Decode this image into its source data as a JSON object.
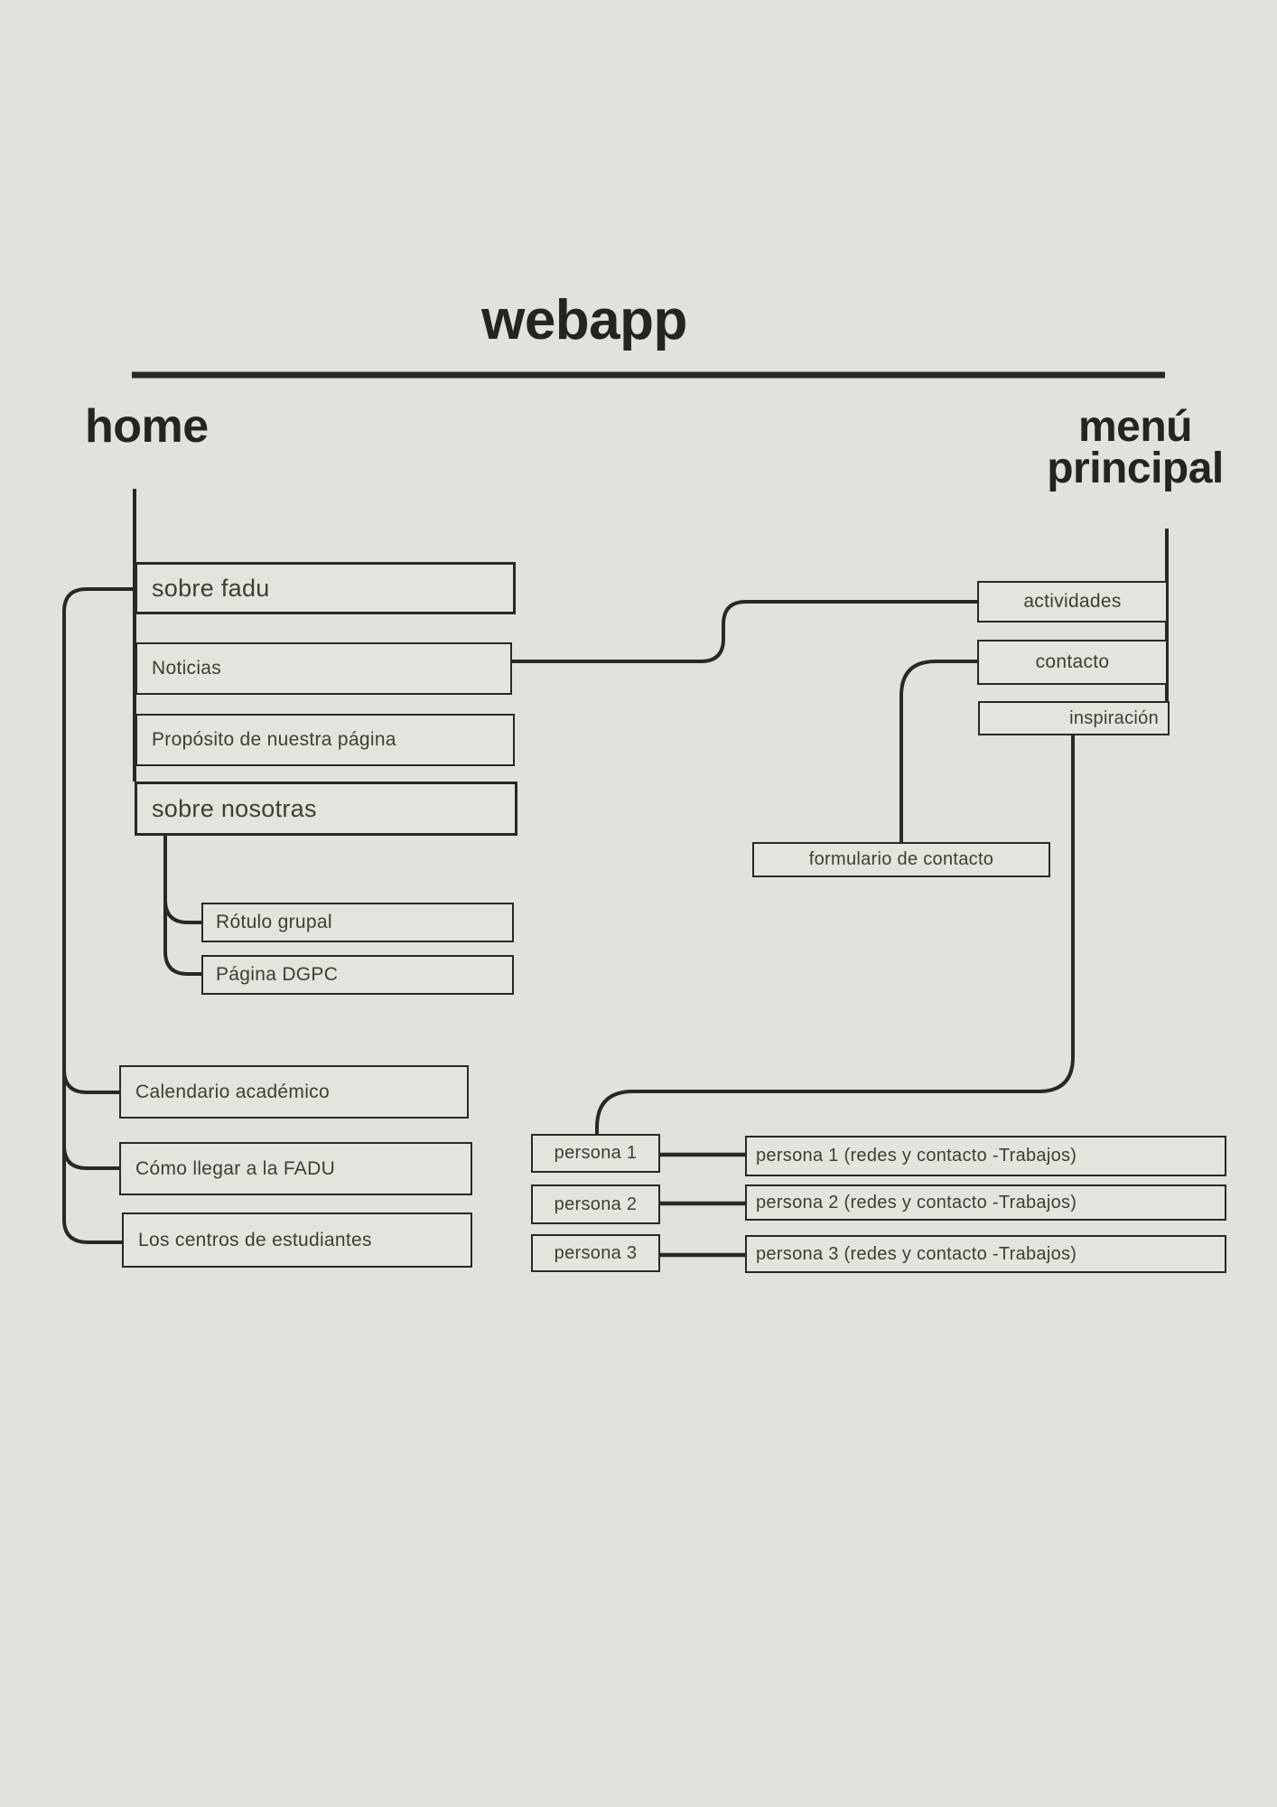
{
  "title": "webapp",
  "colors": {
    "background": "#e3e1db",
    "box_fill": "#e5e3dd",
    "line": "#2a2824",
    "heading_text": "#262420",
    "box_text": "#403d37"
  },
  "home": {
    "heading": "home",
    "items": [
      {
        "label": "sobre fadu"
      },
      {
        "label": "Noticias"
      },
      {
        "label": "Propósito de nuestra página"
      },
      {
        "label": "sobre nosotras"
      }
    ],
    "sub_items": [
      {
        "label": "Rótulo grupal"
      },
      {
        "label": "Página DGPC"
      }
    ],
    "secondary_items": [
      {
        "label": "Calendario académico"
      },
      {
        "label": "Cómo llegar a la FADU"
      },
      {
        "label": "Los centros de estudiantes"
      }
    ]
  },
  "menu": {
    "heading_line1": "menú",
    "heading_line2": "principal",
    "items": [
      {
        "label": "actividades"
      },
      {
        "label": "contacto"
      },
      {
        "label": "inspiración"
      }
    ],
    "form": {
      "label": "formulario de contacto"
    },
    "personas": [
      {
        "label": "persona 1",
        "detail": "persona 1 (redes y contacto -Trabajos)"
      },
      {
        "label": "persona 2",
        "detail": "persona 2 (redes y contacto -Trabajos)"
      },
      {
        "label": "persona 3",
        "detail": "persona 3 (redes y contacto -Trabajos)"
      }
    ]
  }
}
